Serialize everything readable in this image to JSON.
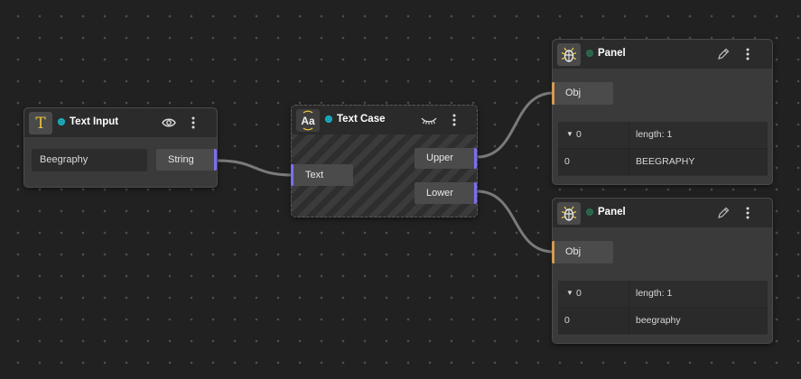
{
  "canvas": {
    "background": "#212121",
    "wire_color": "#7a7a7a",
    "port_accent": "#7b6ff0",
    "input_accent": "#d69a50",
    "status_color": "#17b5c9"
  },
  "text_input_node": {
    "title": "Text Input",
    "icon": "text-T-icon",
    "value": "Beegraphy",
    "output_label": "String"
  },
  "text_case_node": {
    "title": "Text Case",
    "icon": "text-case-Aa-icon",
    "input_label": "Text",
    "outputs": [
      "Upper",
      "Lower"
    ]
  },
  "panels": [
    {
      "title": "Panel",
      "icon": "bug-icon",
      "input_label": "Obj",
      "rows": [
        {
          "key": "0",
          "value": "length: 1"
        },
        {
          "key": "0",
          "value": "BEEGRAPHY"
        }
      ]
    },
    {
      "title": "Panel",
      "icon": "bug-icon",
      "input_label": "Obj",
      "rows": [
        {
          "key": "0",
          "value": "length: 1"
        },
        {
          "key": "0",
          "value": "beegraphy"
        }
      ]
    }
  ]
}
